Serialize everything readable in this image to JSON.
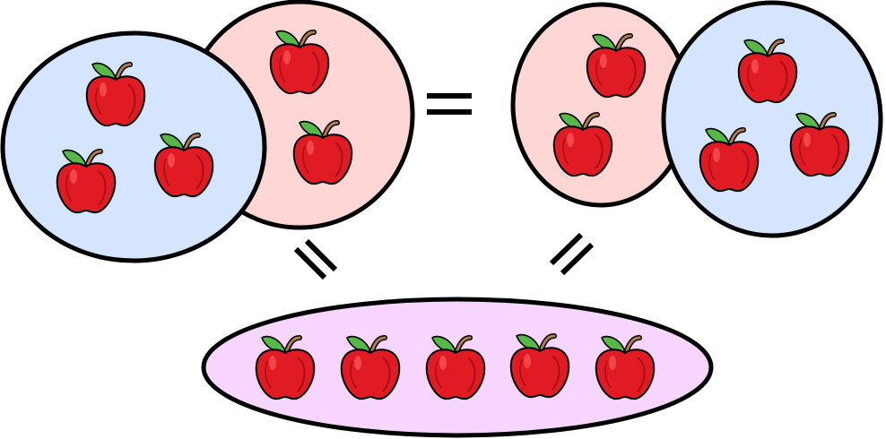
{
  "colors": {
    "blue_group": "#d5e5ff",
    "pink_group": "#ffd6d6",
    "purple_group": "#f6d5ff",
    "outline": "#000000",
    "apple_red": "#e01b24",
    "apple_dark": "#a50f16",
    "leaf_green": "#56b847",
    "stem_brown": "#b07c4f"
  },
  "icons": {
    "apple": "apple-icon",
    "equals": "equals-sign"
  },
  "groups": {
    "left_blue": {
      "apples": 3
    },
    "left_pink": {
      "apples": 2
    },
    "right_pink": {
      "apples": 2
    },
    "right_blue": {
      "apples": 3
    },
    "bottom_purple": {
      "apples": 5
    }
  }
}
